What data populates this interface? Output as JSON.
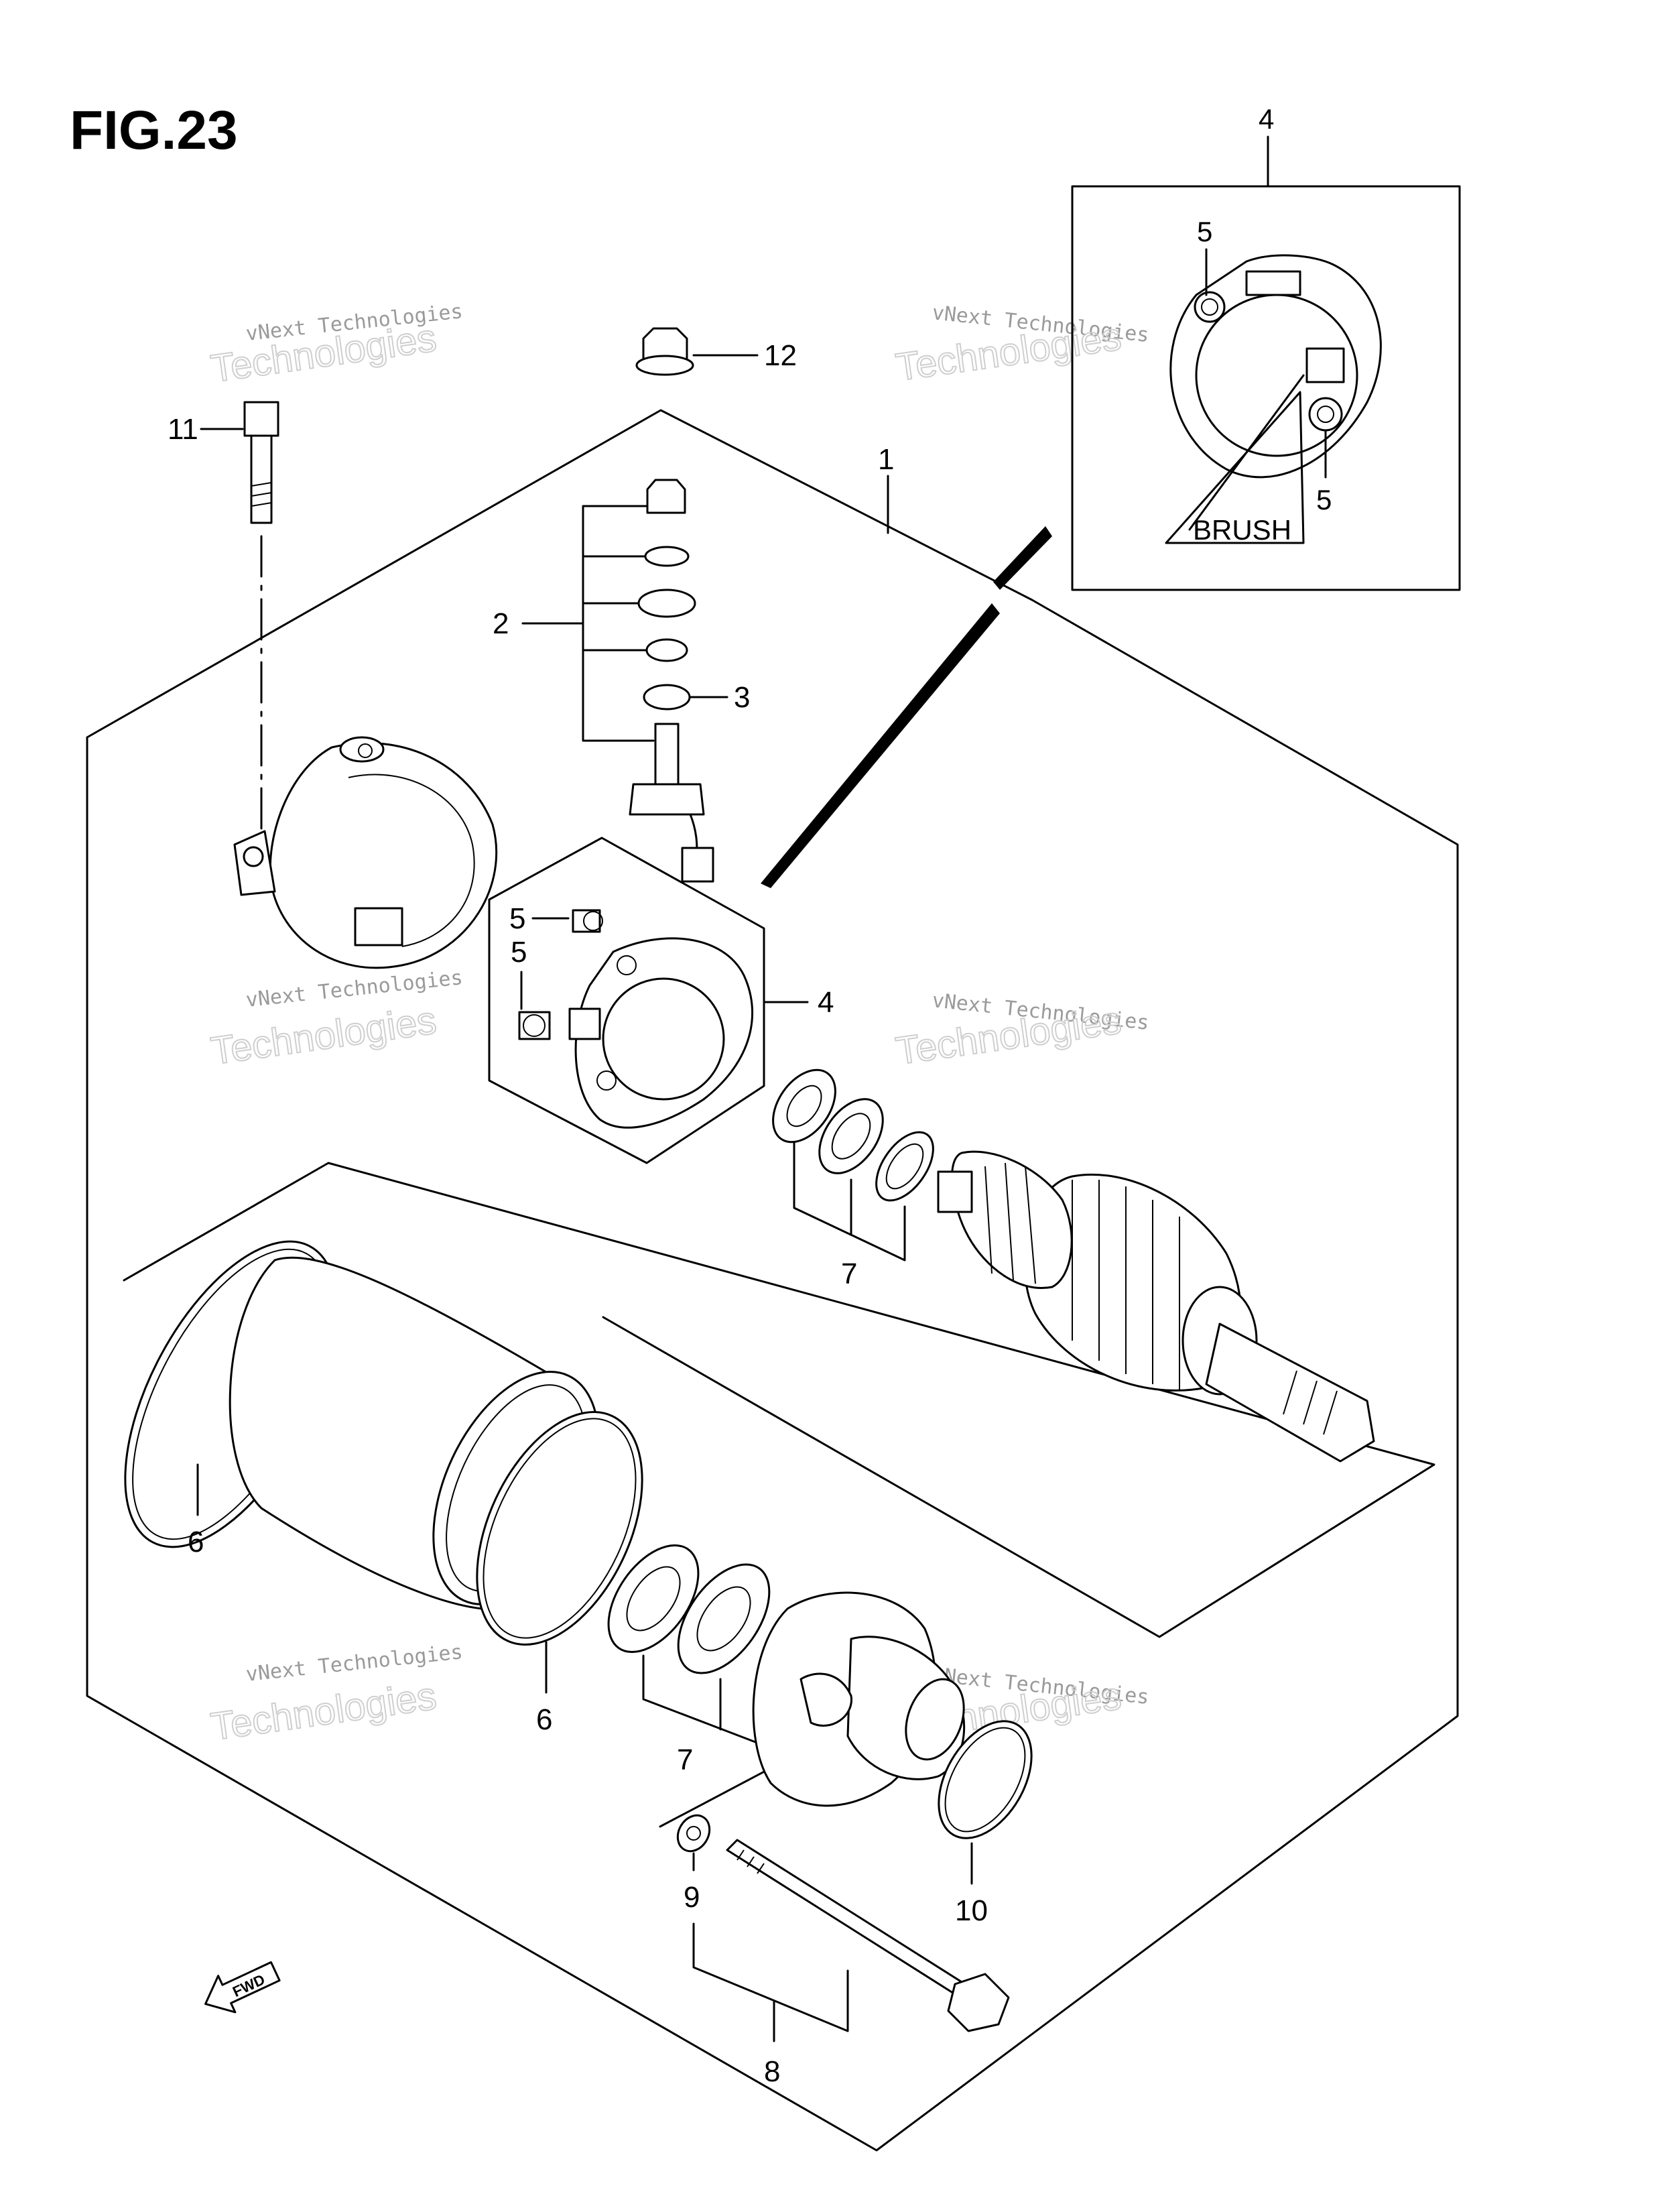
{
  "figure": {
    "title": "FIG.23",
    "fwd_label": "FWD"
  },
  "callouts": {
    "c1": "1",
    "c2": "2",
    "c3": "3",
    "c4_main": "4",
    "c4_inset": "4",
    "c5_inset_top": "5",
    "c5_inset_bottom": "5",
    "c5_main_a": "5",
    "c5_main_b": "5",
    "c6_left": "6",
    "c6_mid": "6",
    "c7_upper": "7",
    "c7_lower": "7",
    "c8": "8",
    "c9": "9",
    "c10": "10",
    "c11": "11",
    "c12": "12"
  },
  "inset": {
    "brush_label": "BRUSH"
  },
  "watermark": {
    "line1": "vNext Technologies",
    "line2": "Technologies"
  },
  "colors": {
    "ink": "#000000",
    "watermark": "#9a9a9a",
    "background": "#ffffff"
  }
}
